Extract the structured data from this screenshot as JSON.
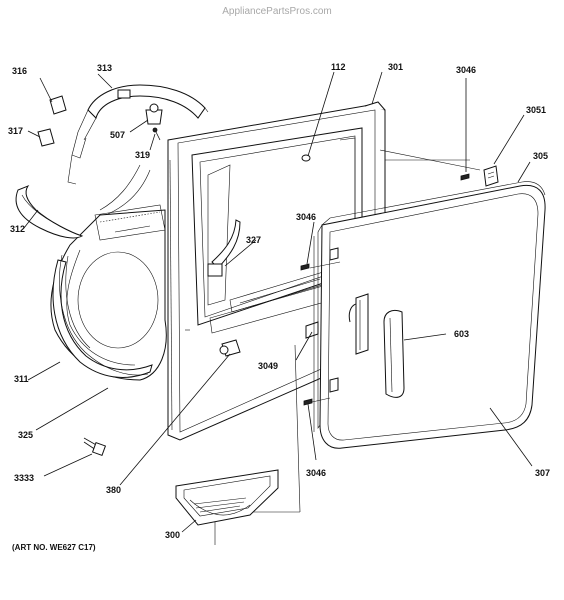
{
  "watermark": "AppliancePartsPros.com",
  "art_number": "(ART NO. WE627 C17)",
  "part_labels": {
    "p316": "316",
    "p313": "313",
    "p317": "317",
    "p312": "312",
    "p507": "507",
    "p319": "319",
    "p311": "311",
    "p325": "325",
    "p3333": "3333",
    "p380": "380",
    "p300": "300",
    "p112": "112",
    "p301": "301",
    "p327": "327",
    "p3046_top": "3046",
    "p3051": "3051",
    "p305": "305",
    "p3046_mid": "3046",
    "p603": "603",
    "p3049": "3049",
    "p3046_bot": "3046",
    "p307": "307"
  }
}
